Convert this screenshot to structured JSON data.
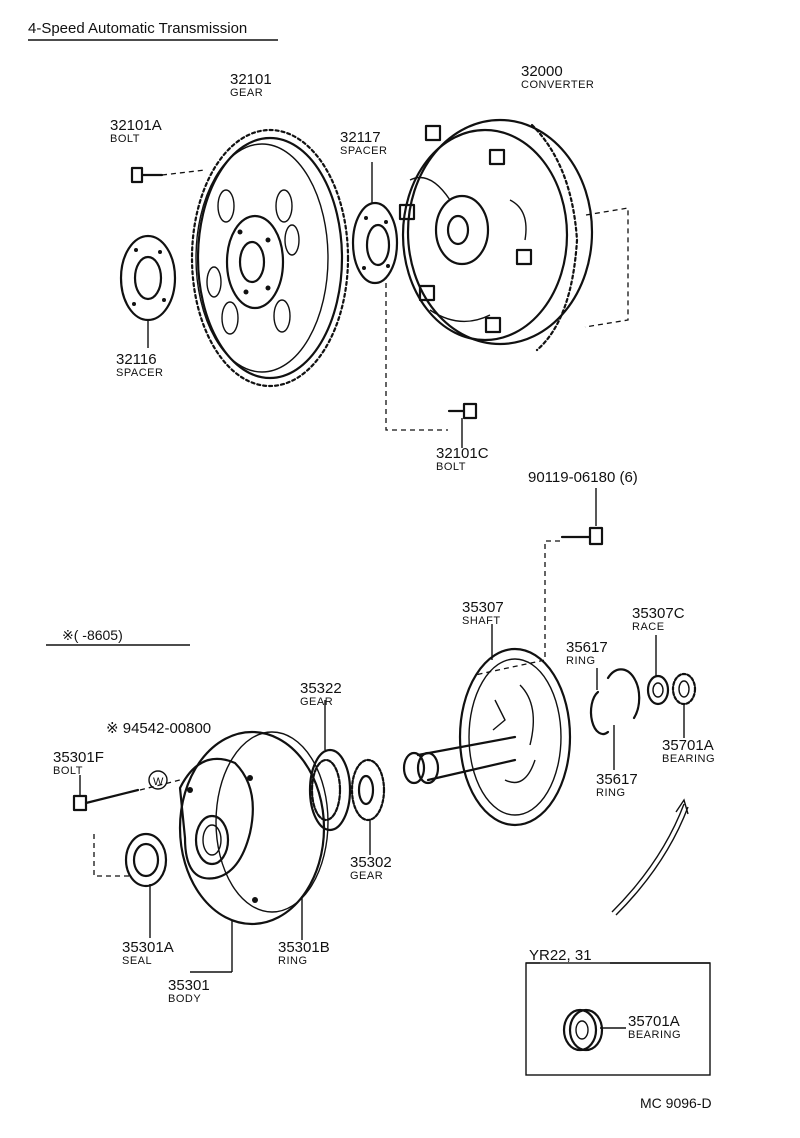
{
  "title": "4-Speed Automatic Transmission",
  "drawing_code": "MC 9096-D",
  "range_note": "※(      -8605)",
  "inset": {
    "header": "YR22, 31"
  },
  "parts": [
    {
      "key": "gear32101",
      "number": "32101",
      "name": "GEAR"
    },
    {
      "key": "bolt32101A",
      "number": "32101A",
      "name": "BOLT"
    },
    {
      "key": "spacer32116",
      "number": "32116",
      "name": "SPACER"
    },
    {
      "key": "spacer32117",
      "number": "32117",
      "name": "SPACER"
    },
    {
      "key": "converter32000",
      "number": "32000",
      "name": "CONVERTER"
    },
    {
      "key": "bolt32101C",
      "number": "32101C",
      "name": "BOLT"
    },
    {
      "key": "bolt90119",
      "number": "90119-06180 (6)",
      "name": ""
    },
    {
      "key": "shaft35307",
      "number": "35307",
      "name": "SHAFT"
    },
    {
      "key": "race35307C",
      "number": "35307C",
      "name": "RACE"
    },
    {
      "key": "ring35617a",
      "number": "35617",
      "name": "RING"
    },
    {
      "key": "ring35617b",
      "number": "35617",
      "name": "RING"
    },
    {
      "key": "bearing35701A",
      "number": "35701A",
      "name": "BEARING"
    },
    {
      "key": "gear35322",
      "number": "35322",
      "name": "GEAR"
    },
    {
      "key": "washer94542",
      "number": "※ 94542-00800",
      "name": ""
    },
    {
      "key": "bolt35301F",
      "number": "35301F",
      "name": "BOLT"
    },
    {
      "key": "gear35302",
      "number": "35302",
      "name": "GEAR"
    },
    {
      "key": "seal35301A",
      "number": "35301A",
      "name": "SEAL"
    },
    {
      "key": "ring35301B",
      "number": "35301B",
      "name": "RING"
    },
    {
      "key": "body35301",
      "number": "35301",
      "name": "BODY"
    },
    {
      "key": "bearing35701A_inset",
      "number": "35701A",
      "name": "BEARING"
    }
  ],
  "washer_mark": "W"
}
